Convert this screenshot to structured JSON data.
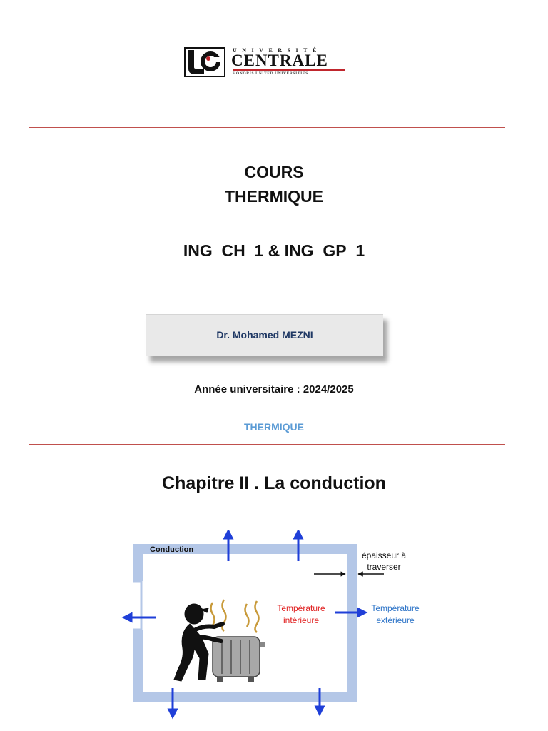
{
  "logo": {
    "top_text": "UNIVERSITÉ",
    "main_text": "CENTRALE",
    "sub_text": "HONORIS UNITED UNIVERSITIES"
  },
  "cover": {
    "line1": "COURS",
    "line2": "THERMIQUE",
    "programs": "ING_CH_1 & ING_GP_1",
    "author": "Dr. Mohamed MEZNI",
    "academic_year": "Année universitaire : 2024/2025"
  },
  "page": {
    "header": "THERMIQUE",
    "chapter_title": "Chapitre II . La conduction"
  },
  "figure": {
    "label_conduction": "Conduction",
    "label_thickness_1": "épaisseur à",
    "label_thickness_2": "traverser",
    "label_inner_1": "Température",
    "label_inner_2": "intérieure",
    "label_outer_1": "Température",
    "label_outer_2": "extérieure",
    "colors": {
      "wall": "#b4c7e7",
      "arrow": "#1f3fd8",
      "inner_text": "#e02020",
      "outer_text": "#2f75c8",
      "heat_waves": "#c89a3a",
      "radiator": "#a8a8a8"
    }
  },
  "colors": {
    "rule": "#c0504d",
    "author_text": "#1f3864",
    "header_text": "#5b9bd5",
    "logo_accent": "#c0262d"
  }
}
